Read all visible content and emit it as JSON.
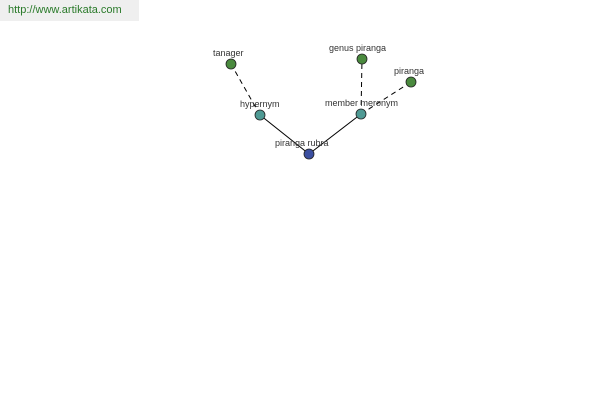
{
  "source_url": {
    "text": "http://www.artikata.com",
    "color": "#2a7a2a"
  },
  "colors": {
    "root": "#3b4fa0",
    "relation": "#4f9a94",
    "term": "#4a8a3e",
    "edge": "#000000",
    "label": "#333333"
  },
  "graph": {
    "nodes": [
      {
        "id": "piranga-rubra",
        "label": "piranga rubra",
        "kind": "root"
      },
      {
        "id": "hypernym",
        "label": "hypernym",
        "kind": "relation"
      },
      {
        "id": "member-meronym",
        "label": "member meronym",
        "kind": "relation"
      },
      {
        "id": "tanager",
        "label": "tanager",
        "kind": "term"
      },
      {
        "id": "genus-piranga",
        "label": "genus piranga",
        "kind": "term"
      },
      {
        "id": "piranga",
        "label": "piranga",
        "kind": "term"
      }
    ],
    "edges": [
      {
        "from": "piranga-rubra",
        "to": "hypernym",
        "style": "solid"
      },
      {
        "from": "piranga-rubra",
        "to": "member-meronym",
        "style": "solid"
      },
      {
        "from": "hypernym",
        "to": "tanager",
        "style": "dashed"
      },
      {
        "from": "member-meronym",
        "to": "genus-piranga",
        "style": "dashed"
      },
      {
        "from": "member-meronym",
        "to": "piranga",
        "style": "dashed"
      }
    ]
  }
}
